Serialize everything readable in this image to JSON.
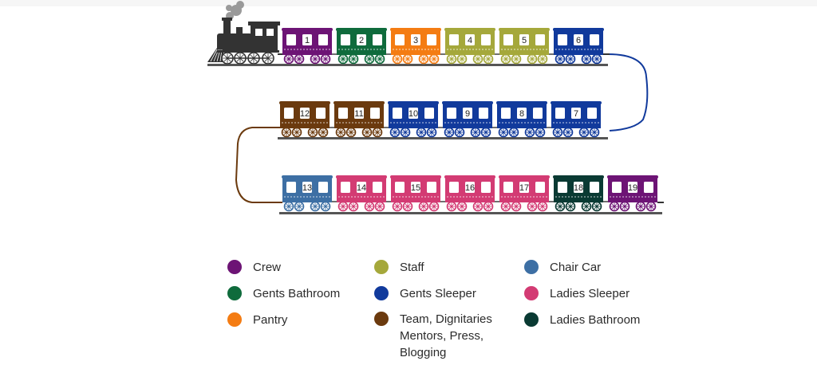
{
  "categories": {
    "crew": {
      "label": "Crew",
      "color": "#6d1475"
    },
    "gents_bathroom": {
      "label": "Gents Bathroom",
      "color": "#0f6b3c"
    },
    "pantry": {
      "label": "Pantry",
      "color": "#f47c13"
    },
    "staff": {
      "label": "Staff",
      "color": "#a5a83b"
    },
    "gents_sleeper": {
      "label": "Gents Sleeper",
      "color": "#113a9c"
    },
    "team": {
      "label": "Team, Dignitaries Mentors, Press, Blogging",
      "color": "#6b3a0e"
    },
    "chair_car": {
      "label": "Chair Car",
      "color": "#3d6fa4"
    },
    "ladies_sleeper": {
      "label": "Ladies Sleeper",
      "color": "#d33b73"
    },
    "ladies_bathroom": {
      "label": "Ladies Bathroom",
      "color": "#0a3a33"
    }
  },
  "legend": [
    "crew",
    "gents_bathroom",
    "pantry",
    "staff",
    "gents_sleeper",
    "team",
    "chair_car",
    "ladies_sleeper",
    "ladies_bathroom"
  ],
  "rows": [
    [
      {
        "n": "1",
        "cat": "crew"
      },
      {
        "n": "2",
        "cat": "gents_bathroom"
      },
      {
        "n": "3",
        "cat": "pantry"
      },
      {
        "n": "4",
        "cat": "staff"
      },
      {
        "n": "5",
        "cat": "staff"
      },
      {
        "n": "6",
        "cat": "gents_sleeper"
      }
    ],
    [
      {
        "n": "12",
        "cat": "team"
      },
      {
        "n": "11",
        "cat": "team"
      },
      {
        "n": "10",
        "cat": "gents_sleeper"
      },
      {
        "n": "9",
        "cat": "gents_sleeper"
      },
      {
        "n": "8",
        "cat": "gents_sleeper"
      },
      {
        "n": "7",
        "cat": "gents_sleeper"
      }
    ],
    [
      {
        "n": "13",
        "cat": "chair_car"
      },
      {
        "n": "14",
        "cat": "ladies_sleeper"
      },
      {
        "n": "15",
        "cat": "ladies_sleeper"
      },
      {
        "n": "16",
        "cat": "ladies_sleeper"
      },
      {
        "n": "17",
        "cat": "ladies_sleeper"
      },
      {
        "n": "18",
        "cat": "ladies_bathroom"
      },
      {
        "n": "19",
        "cat": "crew"
      }
    ]
  ],
  "connector_colors": {
    "row1_to_row2": "#113a9c",
    "row2_to_row3": "#6b3a0e"
  },
  "track_color": "#555555",
  "engine_color": "#333333"
}
